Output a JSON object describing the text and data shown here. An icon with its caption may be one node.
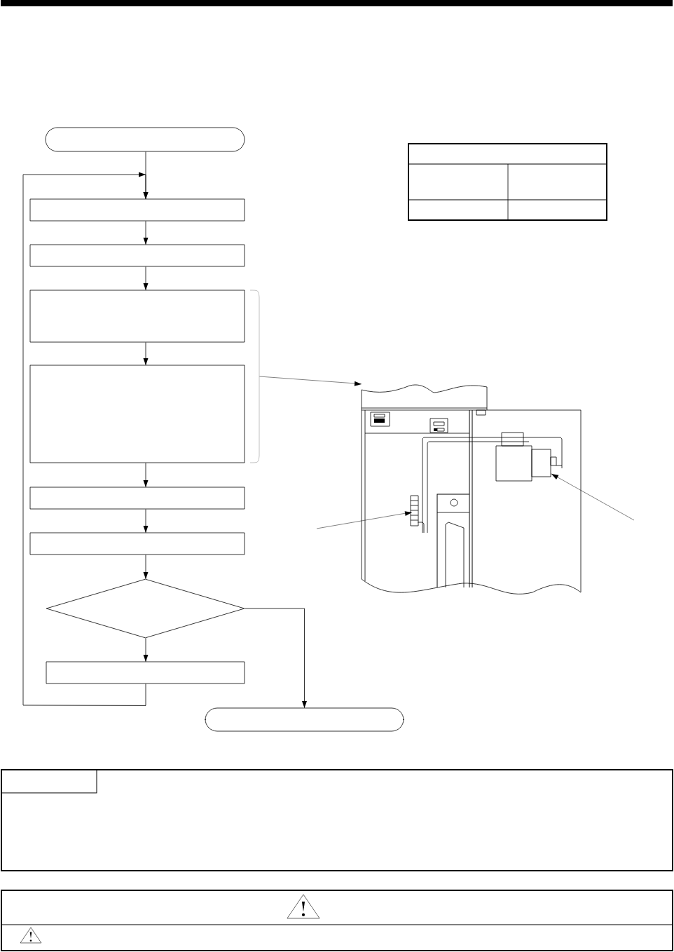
{
  "diagram": {
    "nodes": [
      {
        "text": [],
        "shape": "capsule"
      },
      {
        "text": [],
        "shape": "box"
      },
      {
        "text": [],
        "shape": "box"
      },
      {
        "text": [],
        "shape": "box"
      },
      {
        "text": [],
        "shape": "box"
      },
      {
        "text": [],
        "shape": "box"
      },
      {
        "text": [],
        "shape": "box"
      },
      {
        "text": [],
        "shape": "diamond"
      },
      {
        "text": [],
        "shape": "box"
      },
      {
        "text": [],
        "shape": "capsule"
      },
      {
        "text": [],
        "shape": "picture"
      },
      {
        "text": [],
        "shape": "bracket"
      }
    ],
    "edges": [
      {
        "from": 0,
        "to": 1,
        "arrow": "to"
      },
      {
        "from": 1,
        "to": 2,
        "arrow": "to"
      },
      {
        "from": 2,
        "to": 3,
        "arrow": "to"
      },
      {
        "from": 3,
        "to": 4,
        "arrow": "to"
      },
      {
        "from": 4,
        "to": 5,
        "arrow": "to"
      },
      {
        "from": 5,
        "to": 6,
        "arrow": "to"
      },
      {
        "from": 6,
        "to": 7,
        "arrow": "to"
      },
      {
        "from": 7,
        "to": 8,
        "arrow": "to"
      },
      {
        "from": 7,
        "to": 9,
        "arrow": "to"
      },
      {
        "from": 8,
        "to": 1,
        "arrow": "to"
      },
      {
        "from": 11,
        "to": 10,
        "arrow": "to"
      },
      {
        "from": null,
        "to": 10,
        "arrow": "to"
      },
      {
        "from": null,
        "to": 10,
        "arrow": "to"
      }
    ]
  }
}
